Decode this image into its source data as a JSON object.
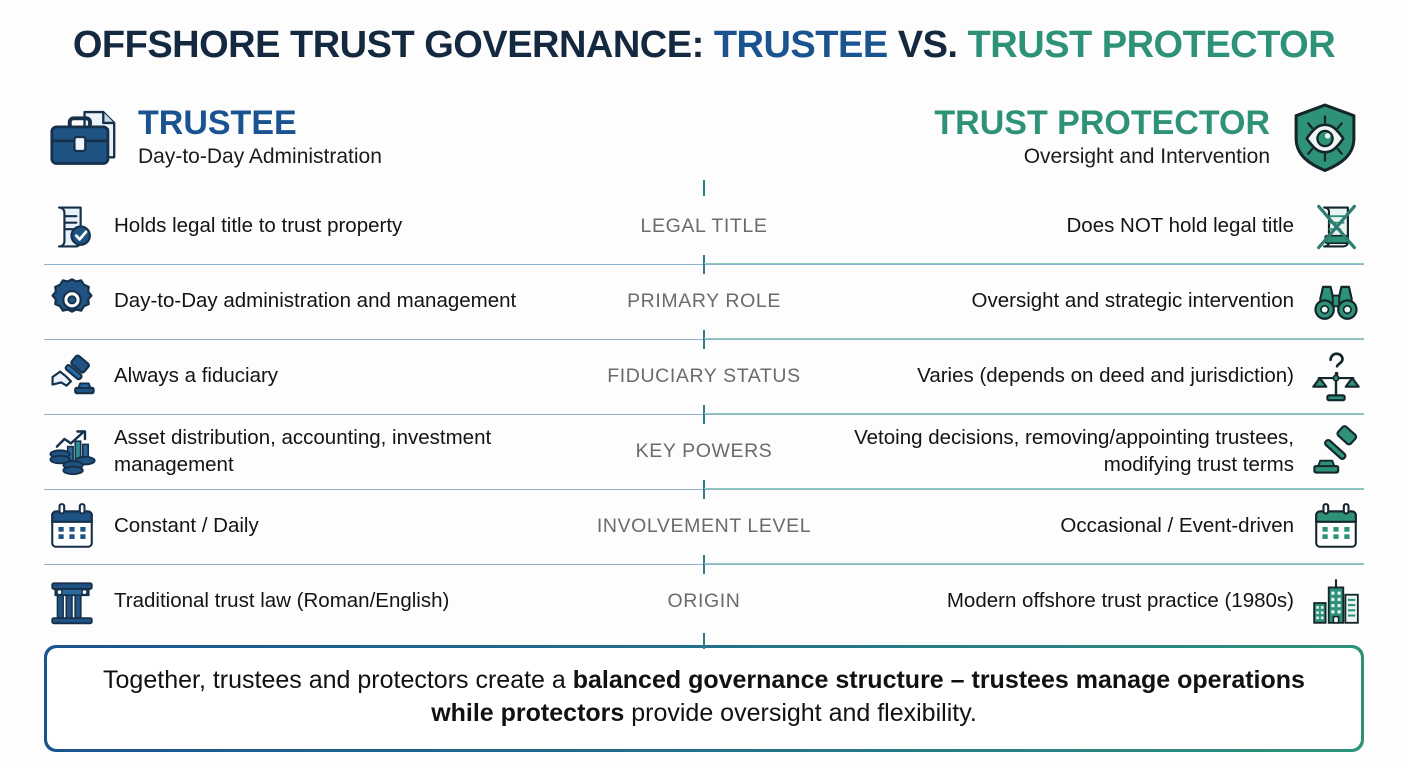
{
  "title": {
    "part1": "OFFSHORE TRUST GOVERNANCE:",
    "part2": "TRUSTEE",
    "part3": "VS.",
    "part4": "TRUST PROTECTOR"
  },
  "colors": {
    "navy": "#14293f",
    "blue": "#1a5490",
    "teal": "#2e9279",
    "gray_label": "#6b6b6b",
    "rule_blue": "#8fb4cf",
    "rule_teal": "#8fcbb8",
    "divider": "#2e7d88"
  },
  "headers": {
    "left": {
      "icon": "briefcase-documents-icon",
      "title": "TRUSTEE",
      "subtitle": "Day-to-Day Administration"
    },
    "right": {
      "icon": "shield-eye-icon",
      "title": "TRUST PROTECTOR",
      "subtitle": "Oversight and Intervention"
    }
  },
  "rows": [
    {
      "label": "LEGAL TITLE",
      "left": {
        "icon": "document-check-icon",
        "text": "Holds legal title to trust property"
      },
      "right": {
        "icon": "document-crossed-out-icon",
        "text": "Does NOT hold legal title"
      }
    },
    {
      "label": "PRIMARY ROLE",
      "left": {
        "icon": "gear-icon",
        "text": "Day-to-Day administration and management"
      },
      "right": {
        "icon": "binoculars-icon",
        "text": "Oversight and strategic intervention"
      }
    },
    {
      "label": "FIDUCIARY STATUS",
      "left": {
        "icon": "handshake-gavel-icon",
        "text": "Always a fiduciary"
      },
      "right": {
        "icon": "scales-question-icon",
        "text": "Varies (depends on deed and jurisdiction)"
      }
    },
    {
      "label": "KEY POWERS",
      "left": {
        "icon": "coins-growth-chart-icon",
        "text": "Asset distribution, accounting, investment management"
      },
      "right": {
        "icon": "gavel-icon",
        "text": "Vetoing decisions, removing/appointing trustees, modifying trust terms"
      }
    },
    {
      "label": "INVOLVEMENT LEVEL",
      "left": {
        "icon": "calendar-icon",
        "text": "Constant / Daily"
      },
      "right": {
        "icon": "calendar-icon",
        "text": "Occasional / Event-driven"
      }
    },
    {
      "label": "ORIGIN",
      "left": {
        "icon": "classical-column-icon",
        "text": "Traditional trust law (Roman/English)"
      },
      "right": {
        "icon": "city-buildings-icon",
        "text": "Modern offshore trust practice (1980s)"
      }
    }
  ],
  "banner": {
    "seg1": "Together, trustees and protectors create a ",
    "seg2_bold": "balanced governance structure – trustees manage operations while protectors",
    "seg3": " provide oversight and flexibility."
  }
}
